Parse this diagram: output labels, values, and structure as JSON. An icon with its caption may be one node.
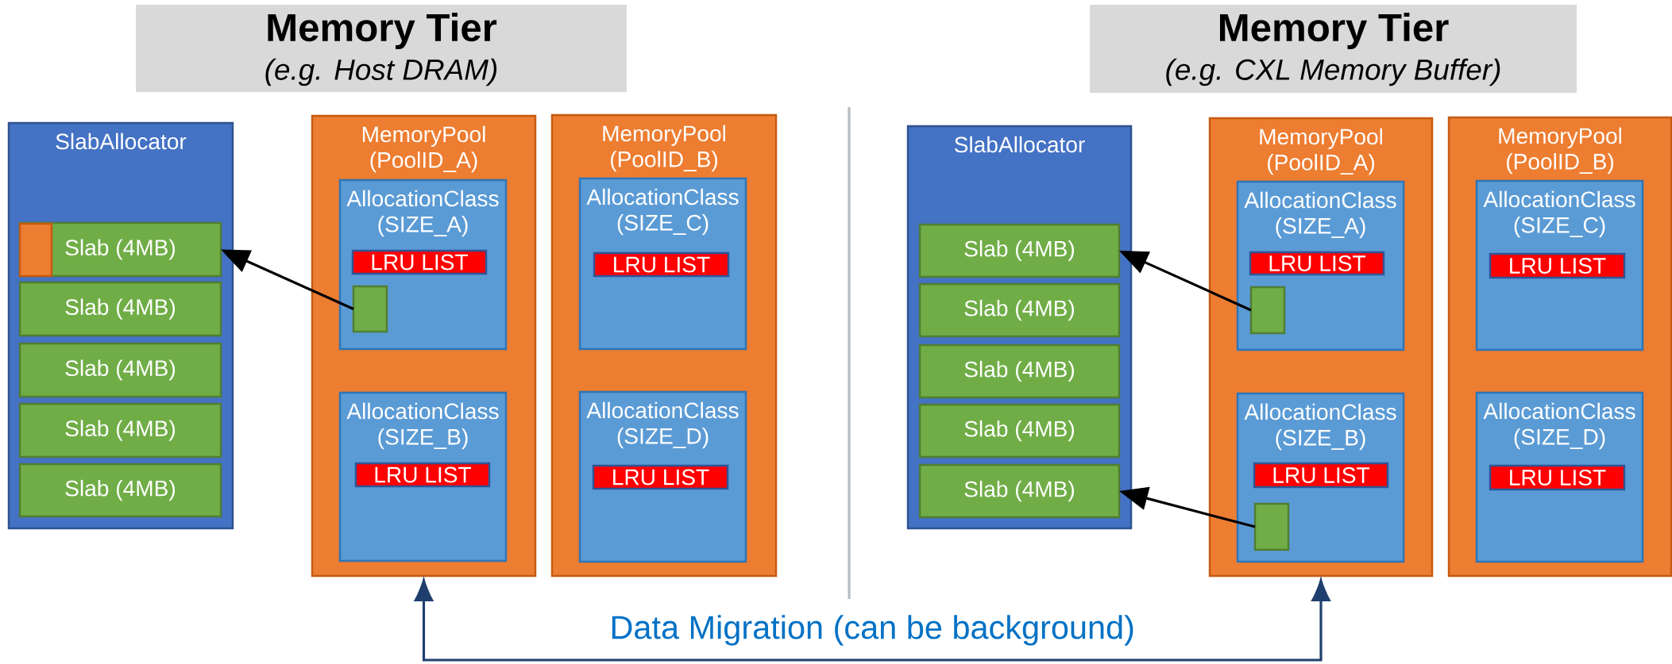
{
  "diagram": {
    "nodes": [
      {
        "text": [
          "Memory Tier",
          "(e.g. Host DRAM)"
        ]
      },
      {
        "text": [
          "SlabAllocator"
        ]
      },
      {
        "text": [
          "Slab (4MB)"
        ],
        "in": 1
      },
      {
        "text": [
          "Slab (4MB)"
        ],
        "in": 1
      },
      {
        "text": [
          "Slab (4MB)"
        ],
        "in": 1
      },
      {
        "text": [
          "Slab (4MB)"
        ],
        "in": 1
      },
      {
        "text": [
          "Slab (4MB)"
        ],
        "in": 1
      },
      {
        "text": [],
        "shape": "box",
        "in": 2
      },
      {
        "text": [
          "MemoryPool (PoolID_A)"
        ]
      },
      {
        "text": [
          "AllocationClass (SIZE_A)"
        ],
        "in": 8
      },
      {
        "text": [
          "LRU LIST"
        ],
        "in": 9
      },
      {
        "text": [],
        "shape": "box",
        "in": 9
      },
      {
        "text": [
          "AllocationClass (SIZE_B)"
        ],
        "in": 8
      },
      {
        "text": [
          "LRU LIST"
        ],
        "in": 12
      },
      {
        "text": [
          "MemoryPool (PoolID_B)"
        ]
      },
      {
        "text": [
          "AllocationClass (SIZE_C)"
        ],
        "in": 14
      },
      {
        "text": [
          "LRU LIST"
        ],
        "in": 15
      },
      {
        "text": [
          "AllocationClass (SIZE_D)"
        ],
        "in": 14
      },
      {
        "text": [
          "LRU LIST"
        ],
        "in": 17
      },
      {
        "text": [
          "Memory Tier",
          "(e.g. CXL Memory Buffer)"
        ]
      },
      {
        "text": [
          "SlabAllocator"
        ]
      },
      {
        "text": [
          "Slab (4MB)"
        ],
        "in": 20
      },
      {
        "text": [
          "Slab (4MB)"
        ],
        "in": 20
      },
      {
        "text": [
          "Slab (4MB)"
        ],
        "in": 20
      },
      {
        "text": [
          "Slab (4MB)"
        ],
        "in": 20
      },
      {
        "text": [
          "Slab (4MB)"
        ],
        "in": 20
      },
      {
        "text": [
          "MemoryPool (PoolID_A)"
        ]
      },
      {
        "text": [
          "AllocationClass (SIZE_A)"
        ],
        "in": 26
      },
      {
        "text": [
          "LRU LIST"
        ],
        "in": 27
      },
      {
        "text": [],
        "shape": "box",
        "in": 27
      },
      {
        "text": [
          "AllocationClass (SIZE_B)"
        ],
        "in": 26
      },
      {
        "text": [
          "LRU LIST"
        ],
        "in": 30
      },
      {
        "text": [],
        "shape": "box",
        "in": 30
      },
      {
        "text": [
          "MemoryPool (PoolID_B)"
        ]
      },
      {
        "text": [
          "AllocationClass (SIZE_C)"
        ],
        "in": 33
      },
      {
        "text": [
          "LRU LIST"
        ],
        "in": 34
      },
      {
        "text": [
          "AllocationClass (SIZE_D)"
        ],
        "in": 33
      },
      {
        "text": [
          "LRU LIST"
        ],
        "in": 36
      }
    ],
    "edges": [
      {
        "from": 11,
        "to": 2,
        "arrow": "to"
      },
      {
        "from": 29,
        "to": 21,
        "arrow": "to"
      },
      {
        "from": 32,
        "to": 25,
        "arrow": "to"
      },
      {
        "from": 8,
        "to": 26,
        "arrow": "both",
        "label": "Data Migration (can be background)",
        "color": "#1f3f6e"
      }
    ]
  }
}
